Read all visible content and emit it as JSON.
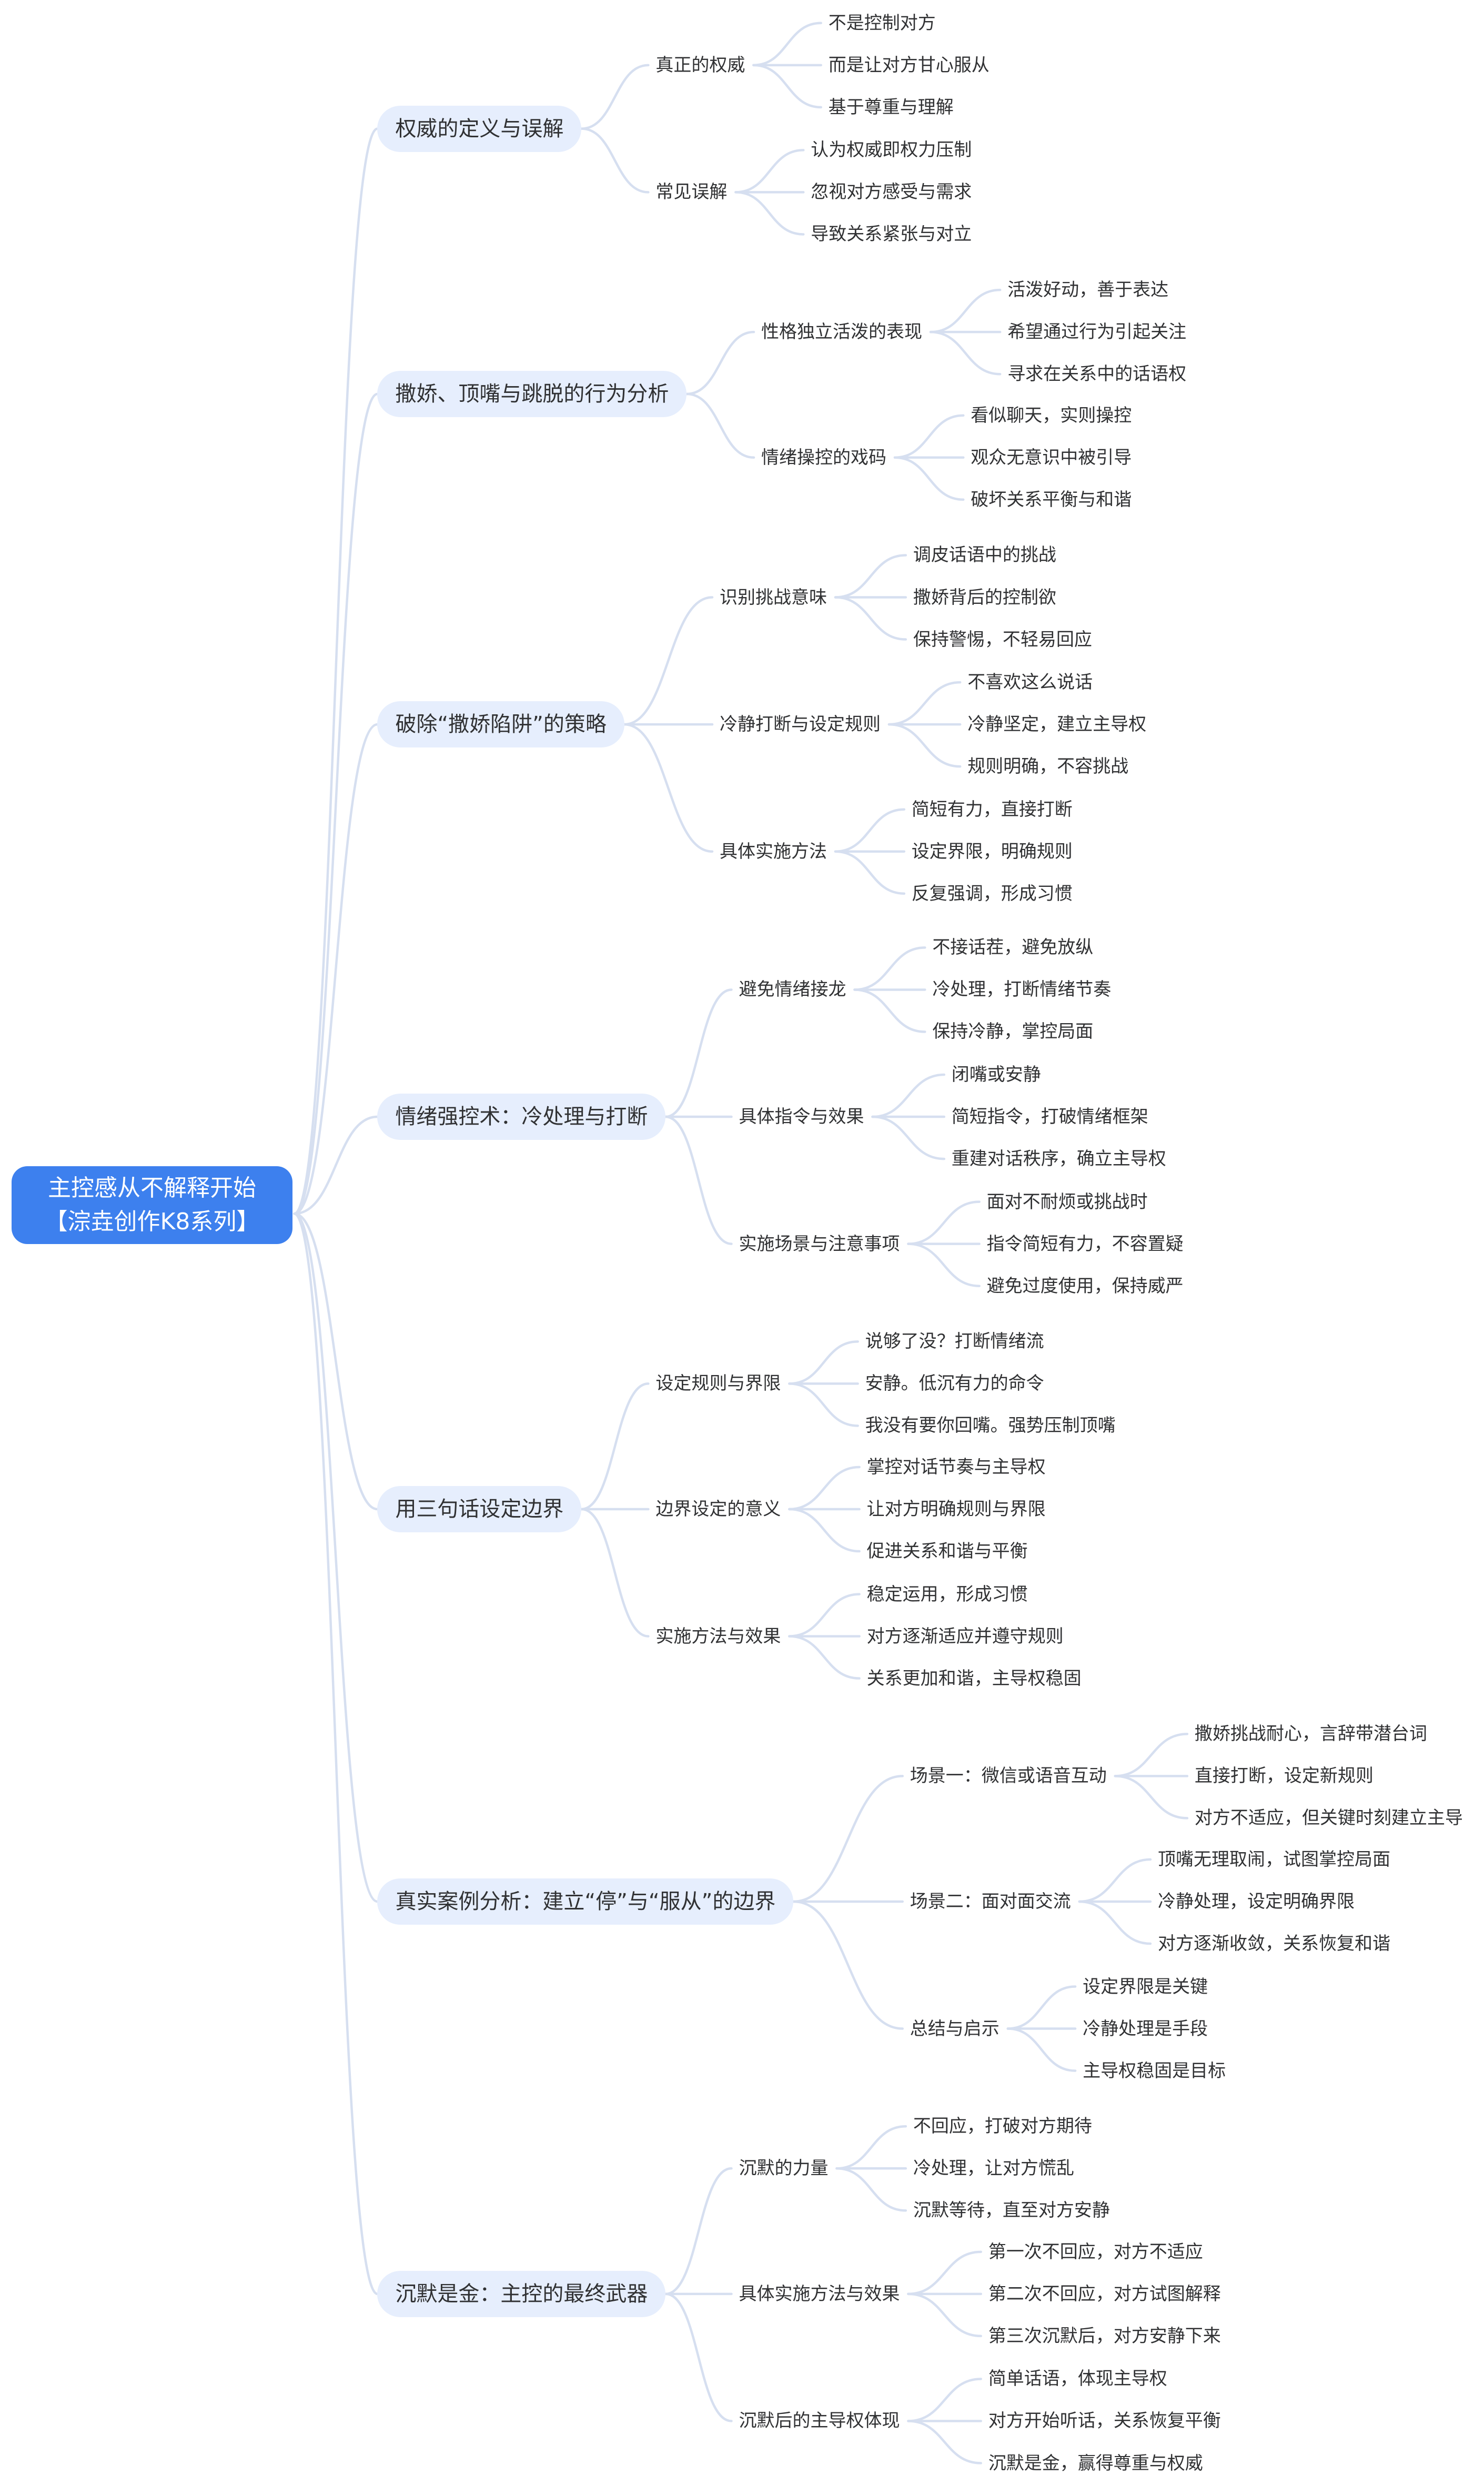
{
  "root": {
    "line1": "主控感从不解释开始",
    "line2": "【淙垚创作K8系列】"
  },
  "branches": [
    {
      "label": "权威的定义与误解",
      "children": [
        {
          "label": "真正的权威",
          "items": [
            "不是控制对方",
            "而是让对方甘心服从",
            "基于尊重与理解"
          ]
        },
        {
          "label": "常见误解",
          "items": [
            "认为权威即权力压制",
            "忽视对方感受与需求",
            "导致关系紧张与对立"
          ]
        }
      ]
    },
    {
      "label": "撒娇、顶嘴与跳脱的行为分析",
      "children": [
        {
          "label": "性格独立活泼的表现",
          "items": [
            "活泼好动，善于表达",
            "希望通过行为引起关注",
            "寻求在关系中的话语权"
          ]
        },
        {
          "label": "情绪操控的戏码",
          "items": [
            "看似聊天，实则操控",
            "观众无意识中被引导",
            "破坏关系平衡与和谐"
          ]
        }
      ]
    },
    {
      "label": "破除“撒娇陷阱”的策略",
      "children": [
        {
          "label": "识别挑战意味",
          "items": [
            "调皮话语中的挑战",
            "撒娇背后的控制欲",
            "保持警惕，不轻易回应"
          ]
        },
        {
          "label": "冷静打断与设定规则",
          "items": [
            "不喜欢这么说话",
            "冷静坚定，建立主导权",
            "规则明确，不容挑战"
          ]
        },
        {
          "label": "具体实施方法",
          "items": [
            "简短有力，直接打断",
            "设定界限，明确规则",
            "反复强调，形成习惯"
          ]
        }
      ]
    },
    {
      "label": "情绪强控术：冷处理与打断",
      "children": [
        {
          "label": "避免情绪接龙",
          "items": [
            "不接话茬，避免放纵",
            "冷处理，打断情绪节奏",
            "保持冷静，掌控局面"
          ]
        },
        {
          "label": "具体指令与效果",
          "items": [
            "闭嘴或安静",
            "简短指令，打破情绪框架",
            "重建对话秩序，确立主导权"
          ]
        },
        {
          "label": "实施场景与注意事项",
          "items": [
            "面对不耐烦或挑战时",
            "指令简短有力，不容置疑",
            "避免过度使用，保持威严"
          ]
        }
      ]
    },
    {
      "label": "用三句话设定边界",
      "children": [
        {
          "label": "设定规则与界限",
          "items": [
            "说够了没？打断情绪流",
            "安静。低沉有力的命令",
            "我没有要你回嘴。强势压制顶嘴"
          ]
        },
        {
          "label": "边界设定的意义",
          "items": [
            "掌控对话节奏与主导权",
            "让对方明确规则与界限",
            "促进关系和谐与平衡"
          ]
        },
        {
          "label": "实施方法与效果",
          "items": [
            "稳定运用，形成习惯",
            "对方逐渐适应并遵守规则",
            "关系更加和谐，主导权稳固"
          ]
        }
      ]
    },
    {
      "label": "真实案例分析：建立“停”与“服从”的边界",
      "children": [
        {
          "label": "场景一：微信或语音互动",
          "items": [
            "撒娇挑战耐心，言辞带潜台词",
            "直接打断，设定新规则",
            "对方不适应，但关键时刻建立主导"
          ]
        },
        {
          "label": "场景二：面对面交流",
          "items": [
            "顶嘴无理取闹，试图掌控局面",
            "冷静处理，设定明确界限",
            "对方逐渐收敛，关系恢复和谐"
          ]
        },
        {
          "label": "总结与启示",
          "items": [
            "设定界限是关键",
            "冷静处理是手段",
            "主导权稳固是目标"
          ]
        }
      ]
    },
    {
      "label": "沉默是金：主控的最终武器",
      "children": [
        {
          "label": "沉默的力量",
          "items": [
            "不回应，打破对方期待",
            "冷处理，让对方慌乱",
            "沉默等待，直至对方安静"
          ]
        },
        {
          "label": "具体实施方法与效果",
          "items": [
            "第一次不回应，对方不适应",
            "第二次不回应，对方试图解释",
            "第三次沉默后，对方安静下来"
          ]
        },
        {
          "label": "沉默后的主导权体现",
          "items": [
            "简单话语，体现主导权",
            "对方开始听话，关系恢复平衡",
            "沉默是金，赢得尊重与权威"
          ]
        }
      ]
    }
  ]
}
